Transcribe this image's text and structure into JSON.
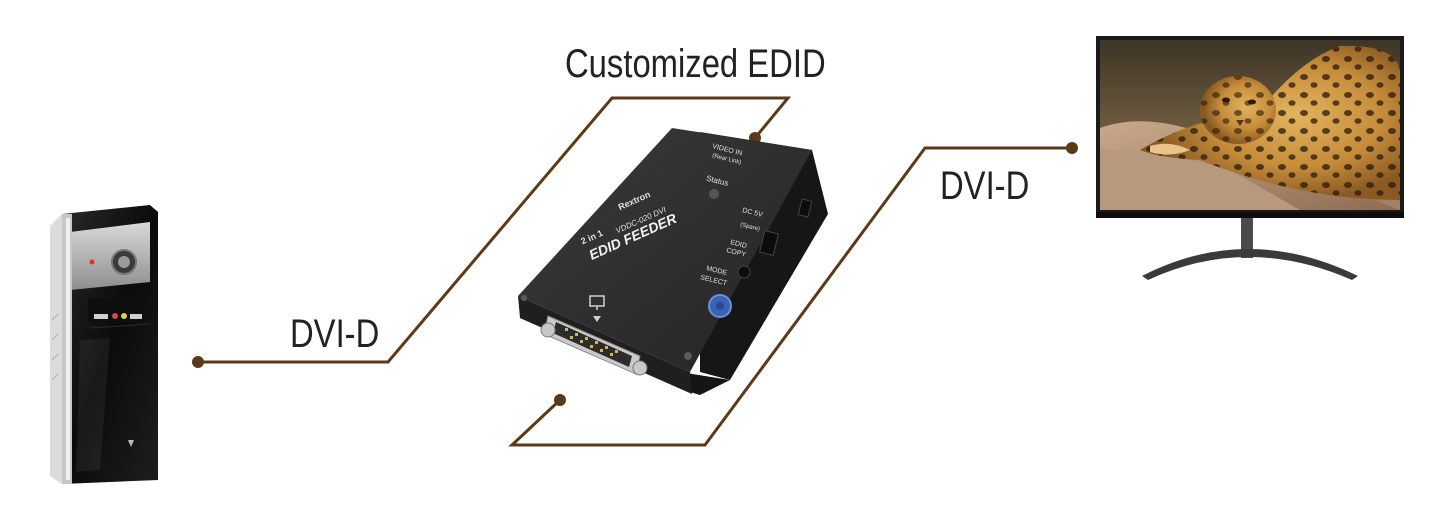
{
  "labels": {
    "customized_edid": "Customized EDID",
    "dvi_left": "DVI-D",
    "dvi_right": "DVI-D"
  },
  "device": {
    "brand": "Rextron",
    "model_line1": "2 in 1",
    "model": "VDDC-020 DVI",
    "title": "EDID FEEDER",
    "port_video_in": "VIDEO IN",
    "port_video_in_sub": "(Rear Link)",
    "status": "Status",
    "dc": "DC 5V",
    "dc_sub": "(Spare)",
    "edid_copy_1": "EDID",
    "edid_copy_2": "COPY",
    "mode_select_1": "MODE",
    "mode_select_2": "SELECT"
  },
  "colors": {
    "connector_line": "#5c3a17",
    "device_body": "#2b2b2b",
    "tower_body": "#111111",
    "tower_panel": "#b8b8b8",
    "monitor_bezel": "#1a1a1a"
  },
  "icons": {
    "monitor_port": "monitor-icon",
    "usb": "usb-icon"
  }
}
